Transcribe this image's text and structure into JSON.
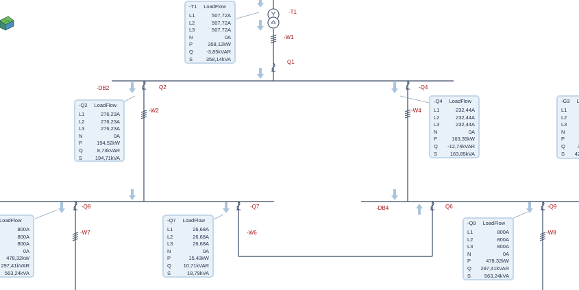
{
  "labels": {
    "t1": "-T1",
    "w1": "-W1",
    "q1": "Q1",
    "db2": "-DB2",
    "q2": "Q2",
    "w2": "-W2",
    "q4": "-Q4",
    "w4": "-W4",
    "q8": "-Q8",
    "w7": "-W7",
    "q7": "-Q7",
    "w6": "-W6",
    "db4": "-DB4",
    "q6": "Q6",
    "q9": "-Q9",
    "w8": "-W8"
  },
  "panels": {
    "t1": {
      "id": "-T1",
      "title": "LoadFlow",
      "rows": [
        [
          "L1",
          "507,72A"
        ],
        [
          "L2",
          "507,72A"
        ],
        [
          "L3",
          "507,72A"
        ],
        [
          "N",
          "0A"
        ],
        [
          "P",
          "358,12kW"
        ],
        [
          "Q",
          "-3,85kVAR"
        ],
        [
          "S",
          "358,14kVA"
        ]
      ]
    },
    "q2": {
      "id": "-Q2",
      "title": "LoadFlow",
      "rows": [
        [
          "L1",
          "276,23A"
        ],
        [
          "L2",
          "276,23A"
        ],
        [
          "L3",
          "276,23A"
        ],
        [
          "N",
          "0A"
        ],
        [
          "P",
          "194,52kW"
        ],
        [
          "Q",
          "8,73kVAR"
        ],
        [
          "S",
          "194,71kVA"
        ]
      ]
    },
    "q4": {
      "id": "-Q4",
      "title": "LoadFlow",
      "rows": [
        [
          "L1",
          "232,44A"
        ],
        [
          "L2",
          "232,44A"
        ],
        [
          "L3",
          "232,44A"
        ],
        [
          "N",
          "0A"
        ],
        [
          "P",
          "163,35kW"
        ],
        [
          "Q",
          "-12,74kVAR"
        ],
        [
          "S",
          "163,85kVA"
        ]
      ]
    },
    "g3": {
      "id": "-G3",
      "title": "L",
      "rows": [
        [
          "L1",
          ""
        ],
        [
          "L2",
          ""
        ],
        [
          "L3",
          ""
        ],
        [
          "N",
          ""
        ],
        [
          "P",
          ""
        ],
        [
          "Q",
          "3"
        ],
        [
          "S",
          "42"
        ]
      ]
    },
    "left": {
      "id": "",
      "title": "LoadFlow",
      "rows": [
        [
          "",
          "800A"
        ],
        [
          "",
          "800A"
        ],
        [
          "",
          "800A"
        ],
        [
          "",
          "0A"
        ],
        [
          "",
          "478,32kW"
        ],
        [
          "",
          "297,41kVAR"
        ],
        [
          "",
          "563,24kVA"
        ]
      ]
    },
    "q7": {
      "id": "-Q7",
      "title": "LoadFlow",
      "rows": [
        [
          "L1",
          "26,68A"
        ],
        [
          "L2",
          "26,68A"
        ],
        [
          "L3",
          "26,68A"
        ],
        [
          "N",
          "0A"
        ],
        [
          "P",
          "15,43kW"
        ],
        [
          "Q",
          "10,71kVAR"
        ],
        [
          "S",
          "18,79kVA"
        ]
      ]
    },
    "q9": {
      "id": "-Q9",
      "title": "LoadFlow",
      "rows": [
        [
          "L1",
          "800A"
        ],
        [
          "L2",
          "800A"
        ],
        [
          "L3",
          "800A"
        ],
        [
          "N",
          "0A"
        ],
        [
          "P",
          "478,32kW"
        ],
        [
          "Q",
          "297,41kVAR"
        ],
        [
          "S",
          "563,24kVA"
        ]
      ]
    }
  },
  "colors": {
    "line": "#3a4a66",
    "label": "#a01010",
    "arrow": "#9cb8d2",
    "panel_bg": "#e9f1f8",
    "panel_border": "#c4d8ea",
    "iso": "#5fb35a"
  },
  "icons": [
    "transformer-icon",
    "isometric-cube-icon",
    "flow-arrow-icon",
    "cable-icon",
    "switch-icon"
  ]
}
